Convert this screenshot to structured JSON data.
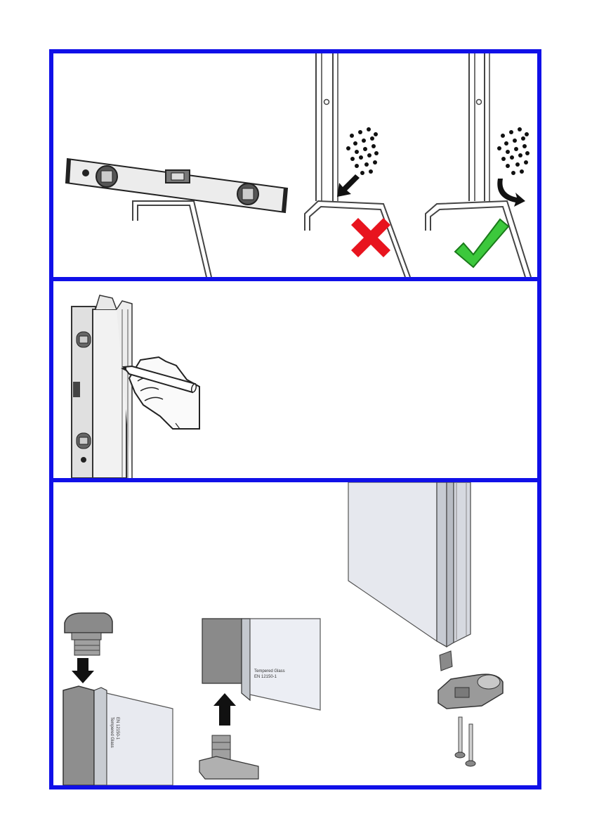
{
  "document": {
    "type": "installation-instructions",
    "border_color": "#1010e8"
  },
  "panels": [
    {
      "id": "level-check",
      "illustrations": [
        "spirit-level-on-tray",
        "wrong-profile-slope",
        "correct-profile-slope"
      ],
      "marks": {
        "wrong": "cross-mark",
        "correct": "check-mark"
      },
      "colors": {
        "wrong": "#e8141e",
        "correct": "#3cc83c"
      }
    },
    {
      "id": "mark-drill-holes",
      "illustrations": [
        "level-against-wall-profile",
        "hand-with-pencil"
      ]
    },
    {
      "id": "fit-end-caps",
      "illustrations": [
        "top-end-cap",
        "bottom-end-cap",
        "glass-panel-bottom",
        "bracket-and-screws"
      ],
      "glass_labels": {
        "top_cap_label": "Tempered Glass",
        "top_cap_code": "EN 12150-1",
        "bottom_cap_label": "Tempered Glass",
        "bottom_cap_code": "EN 12150-1"
      }
    }
  ]
}
